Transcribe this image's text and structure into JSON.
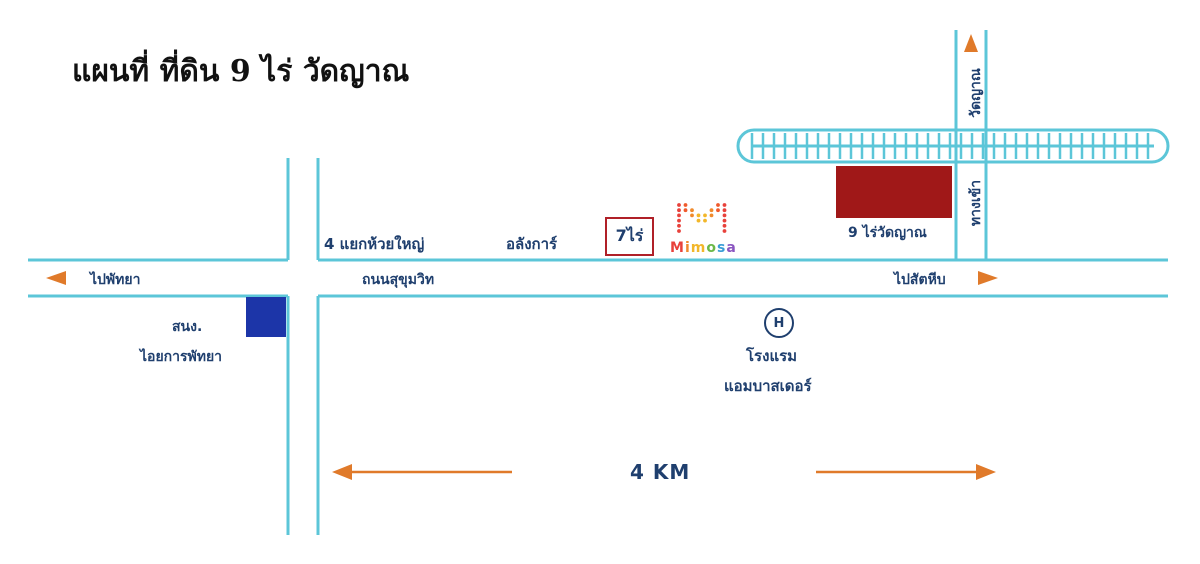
{
  "title": "แผนที่ ที่ดิน 9 ไร่ วัดญาณ",
  "labels": {
    "huai_yai": "4 แยกห้วยใหญ่",
    "alangkarn": "อลังการ์",
    "seven_rai": "7ไร่",
    "mimosa": "Mimosa",
    "plot": "9 ไร่วัดญาณ",
    "to_pattaya": "ไปพัทยา",
    "sukhumvit": "ถนนสุขุมวิท",
    "to_sattahip": "ไปสัตหีบ",
    "office_line1": "สนง.",
    "office_line2": "ไอยการพัทยา",
    "hotel_symbol": "H",
    "hotel_line1": "โรงแรม",
    "hotel_line2": "แอมบาสเดอร์",
    "distance": "4 KM",
    "wat_yan_road": "วัดญาณ",
    "entrance": "ทางเข้า"
  },
  "colors": {
    "road": "#5cc6d8",
    "arrow": "#e07a2a",
    "plot": "#a01818",
    "office": "#1c35a8",
    "label": "#1f3f6e",
    "seven_border": "#b02028"
  },
  "icons": {
    "hotel": "hotel-circle-icon",
    "railway": "railway-track-icon",
    "mimosa_logo": "mimosa-logo-icon"
  }
}
